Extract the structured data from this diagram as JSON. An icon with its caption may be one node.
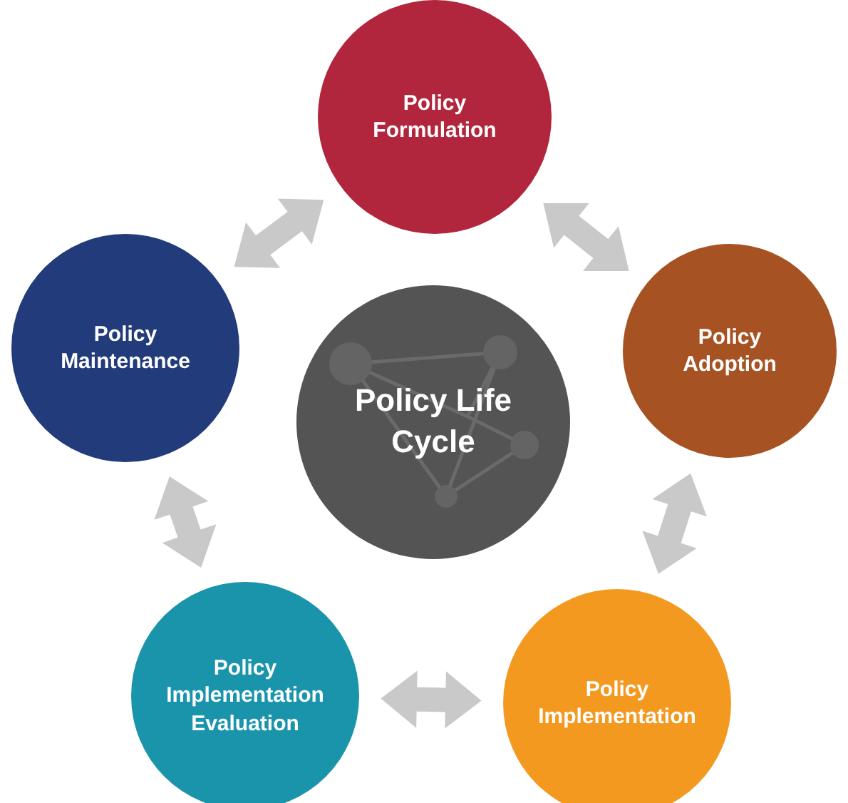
{
  "diagram": {
    "nodes": [
      {
        "text": [
          "Policy Formulation"
        ]
      },
      {
        "text": [
          "Policy Adoption"
        ]
      },
      {
        "text": [
          "Policy Implementation"
        ]
      },
      {
        "text": [
          "Policy Implementation Evaluation"
        ]
      },
      {
        "text": [
          "Policy Maintenance"
        ]
      },
      {
        "text": [
          "Policy Life Cycle"
        ]
      }
    ],
    "edges": [
      {
        "from": 0,
        "to": 1,
        "arrow": "both",
        "style": "thick"
      },
      {
        "from": 1,
        "to": 2,
        "arrow": "both",
        "style": "thick"
      },
      {
        "from": 2,
        "to": 3,
        "arrow": "both",
        "style": "thick"
      },
      {
        "from": 3,
        "to": 4,
        "arrow": "both",
        "style": "thick"
      },
      {
        "from": 4,
        "to": 0,
        "arrow": "both",
        "style": "thick"
      }
    ]
  }
}
